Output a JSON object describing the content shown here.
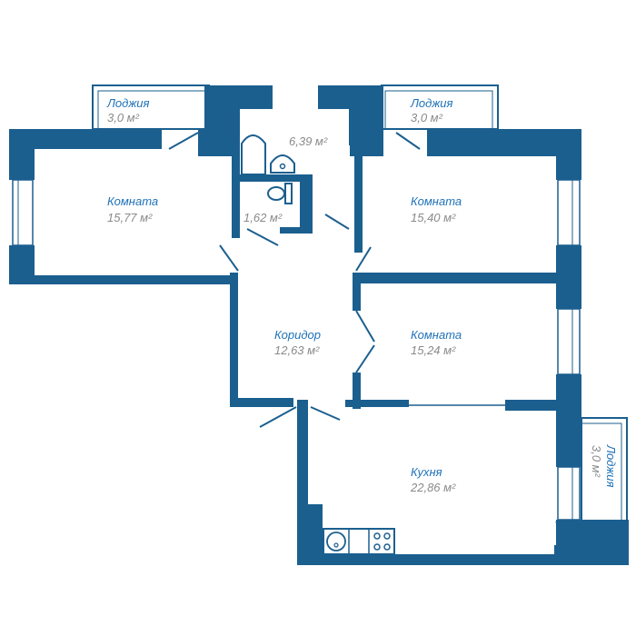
{
  "colors": {
    "wall": "#1b5f8f",
    "label": "#1f72b8",
    "area": "#8a8a8a"
  },
  "rooms": {
    "loggia_left": {
      "name": "Лоджия",
      "area": "3,0 м²"
    },
    "loggia_right": {
      "name": "Лоджия",
      "area": "3,0 м²"
    },
    "loggia_side": {
      "name": "Лоджия",
      "area": "3,0 м²"
    },
    "bathroom": {
      "area": "6,39 м²"
    },
    "wc": {
      "area": "1,62 м²"
    },
    "room_left": {
      "name": "Комната",
      "area": "15,77 м²"
    },
    "room_right_top": {
      "name": "Комната",
      "area": "15,40 м²"
    },
    "room_right_mid": {
      "name": "Комната",
      "area": "15,24 м²"
    },
    "corridor": {
      "name": "Коридор",
      "area": "12,63 м²"
    },
    "kitchen": {
      "name": "Кухня",
      "area": "22,86 м²"
    }
  },
  "icons": [
    "bathtub-icon",
    "sink-icon",
    "toilet-icon",
    "kitchen-sink-icon",
    "stove-icon"
  ]
}
